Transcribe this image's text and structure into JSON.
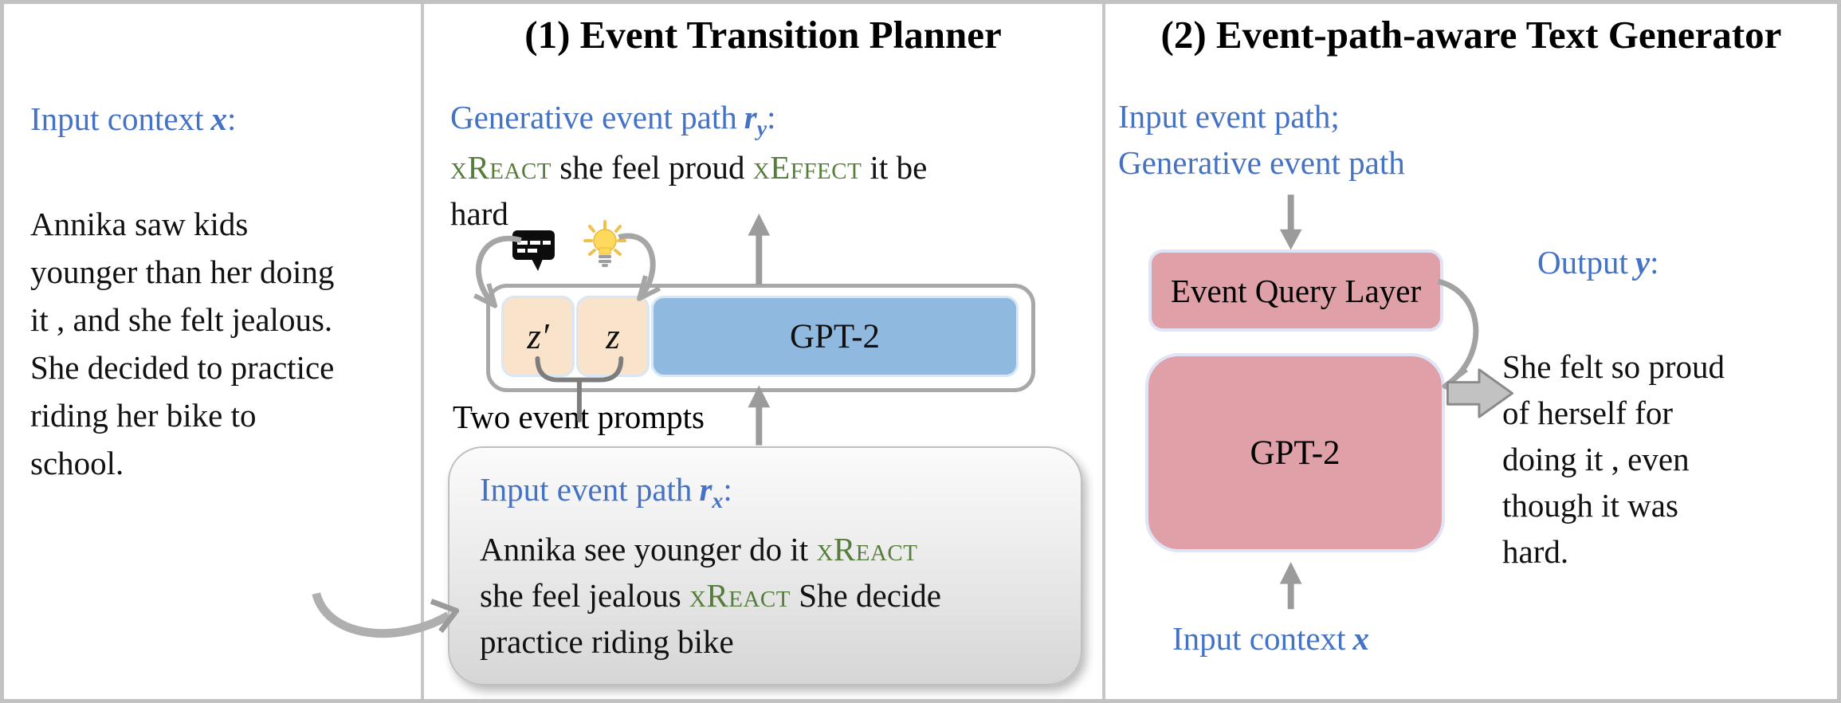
{
  "colors": {
    "accent_blue": "#4472c4",
    "relation_green": "#567d3b",
    "planner_box_blue": "#8fb9de",
    "prompt_box_peach": "#fae3cb",
    "generator_box_pink": "#dfa0a8",
    "arrow_gray": "#9b9b9b",
    "container_border_gray": "#a8a8a8"
  },
  "left": {
    "heading": {
      "prefix": "Input context",
      "var": "x",
      "suffix": ":"
    },
    "lines": [
      "Annika saw kids",
      "younger than her doing",
      "it , and she felt jealous.",
      "She decided to practice",
      "riding her bike to",
      "school."
    ]
  },
  "planner": {
    "title": "(1) Event Transition Planner",
    "gen_heading": {
      "prefix": "Generative event path",
      "var": "r",
      "sub": "y",
      "suffix": ":"
    },
    "gen_tokens": [
      {
        "t": "xReact",
        "rel": true
      },
      {
        "t": " she feel proud ",
        "rel": false
      },
      {
        "t": "xEffect",
        "rel": true
      },
      {
        "t": " it be",
        "rel": false
      },
      {
        "t": "hard",
        "rel": false
      }
    ],
    "icons": [
      "speech-bubble-icon",
      "lightbulb-icon"
    ],
    "z_prime": "z′",
    "z": "z",
    "gpt2": "GPT-2",
    "brace_label": "Two event prompts",
    "input_heading": {
      "prefix": "Input event path",
      "var": "r",
      "sub": "x",
      "suffix": ":"
    },
    "input_tokens": [
      {
        "t": "Annika see younger do it ",
        "rel": false
      },
      {
        "t": "xReact",
        "rel": true
      },
      {
        "t": "she feel jealous ",
        "rel": false
      },
      {
        "t": "xReact",
        "rel": true
      },
      {
        "t": " She decide",
        "rel": false
      },
      {
        "t": "practice riding bike",
        "rel": false
      }
    ]
  },
  "generator": {
    "title": "(2) Event-path-aware Text Generator",
    "top_labels": [
      "Input event path;",
      "Generative event path"
    ],
    "eql": "Event Query Layer",
    "gpt2": "GPT-2",
    "output_heading": {
      "prefix": "Output",
      "var": "y",
      "suffix": ":"
    },
    "output_lines": [
      "She felt so proud",
      "of herself for",
      "doing it , even",
      "though it was",
      "hard."
    ],
    "bottom_label": {
      "prefix": "Input context",
      "var": "x",
      "suffix": ""
    }
  }
}
